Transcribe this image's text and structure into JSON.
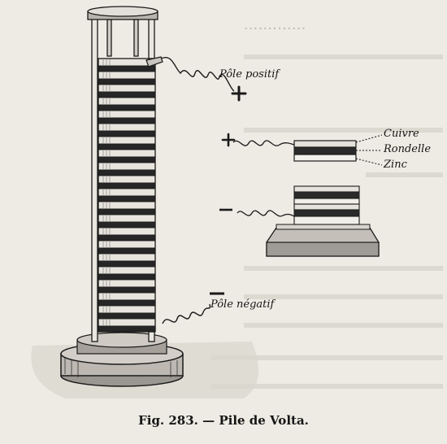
{
  "labels": {
    "positive_pole": "Pôle positif",
    "negative_pole": "Pôle négatif",
    "copper": "Cuivre",
    "washer": "Rondelle",
    "zinc": "Zinc",
    "plus_sign": "+",
    "minus_sign": "−"
  },
  "caption": "Fig. 283. — Pile de Volta.",
  "colors": {
    "paper": "#eeebe4",
    "ink": "#151515",
    "bleed_text": "#bcb8b0"
  }
}
